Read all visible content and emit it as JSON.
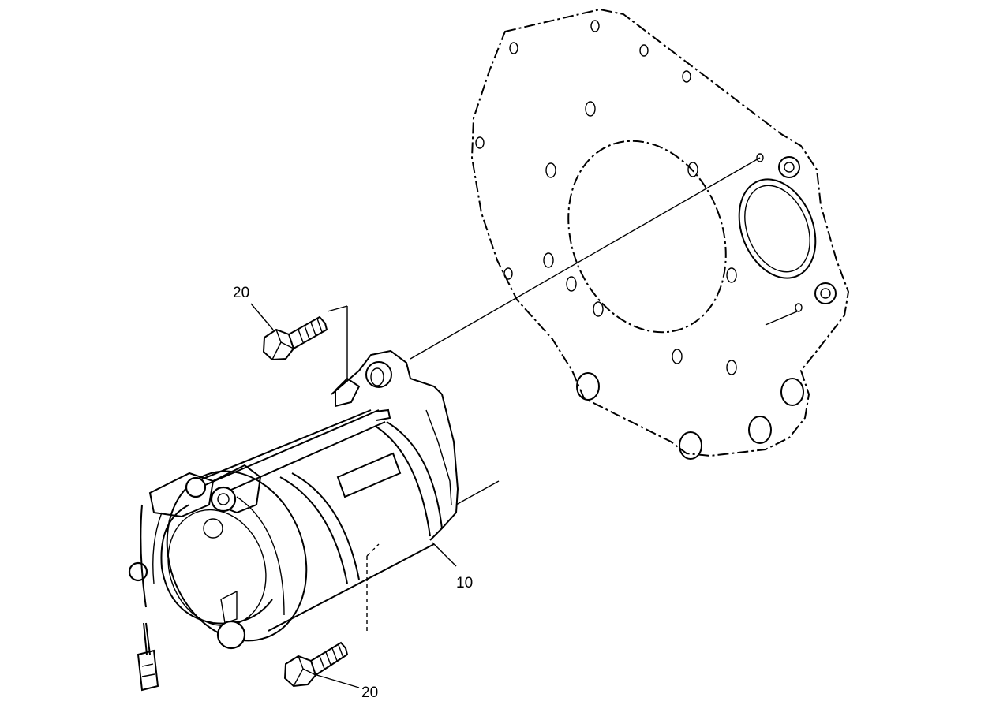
{
  "diagram": {
    "callouts": [
      {
        "id": "callout-20-top",
        "label": "20"
      },
      {
        "id": "callout-10",
        "label": "10"
      },
      {
        "id": "callout-20-bottom",
        "label": "20"
      }
    ]
  }
}
